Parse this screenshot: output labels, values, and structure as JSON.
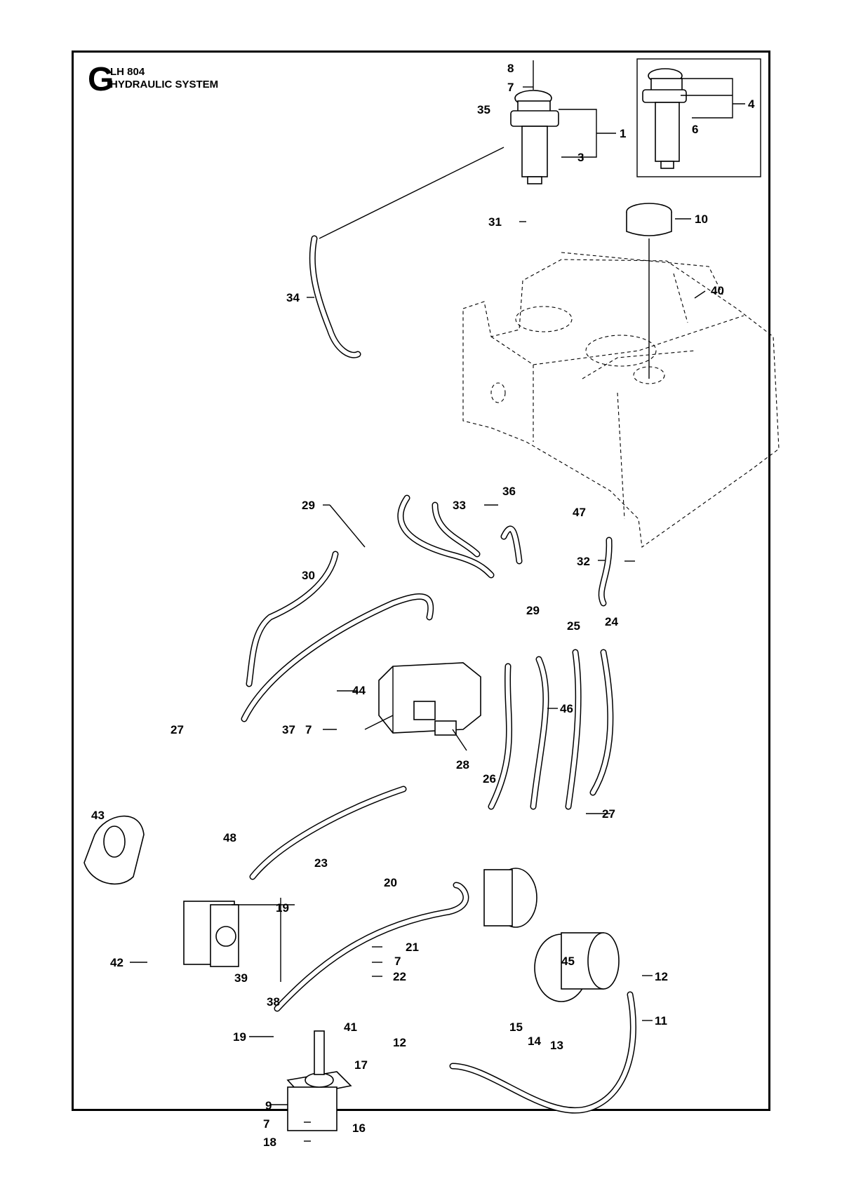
{
  "header": {
    "section_letter": "G",
    "model": "LH 804",
    "title": "HYDRAULIC SYSTEM"
  },
  "callouts": [
    {
      "id": "c8",
      "label": "8"
    },
    {
      "id": "c7a",
      "label": "7"
    },
    {
      "id": "c35",
      "label": "35"
    },
    {
      "id": "c1",
      "label": "1"
    },
    {
      "id": "c3",
      "label": "3"
    },
    {
      "id": "c4",
      "label": "4"
    },
    {
      "id": "c6",
      "label": "6"
    },
    {
      "id": "c31",
      "label": "31"
    },
    {
      "id": "c10",
      "label": "10"
    },
    {
      "id": "c34",
      "label": "34"
    },
    {
      "id": "c40",
      "label": "40"
    },
    {
      "id": "c29a",
      "label": "29"
    },
    {
      "id": "c33",
      "label": "33"
    },
    {
      "id": "c36",
      "label": "36"
    },
    {
      "id": "c47",
      "label": "47"
    },
    {
      "id": "c30",
      "label": "30"
    },
    {
      "id": "c32",
      "label": "32"
    },
    {
      "id": "c29b",
      "label": "29"
    },
    {
      "id": "c25",
      "label": "25"
    },
    {
      "id": "c24",
      "label": "24"
    },
    {
      "id": "c44",
      "label": "44"
    },
    {
      "id": "c46",
      "label": "46"
    },
    {
      "id": "c27a",
      "label": "27"
    },
    {
      "id": "c37",
      "label": "37"
    },
    {
      "id": "c7b",
      "label": "7"
    },
    {
      "id": "c28",
      "label": "28"
    },
    {
      "id": "c26",
      "label": "26"
    },
    {
      "id": "c27b",
      "label": "27"
    },
    {
      "id": "c43",
      "label": "43"
    },
    {
      "id": "c48",
      "label": "48"
    },
    {
      "id": "c23",
      "label": "23"
    },
    {
      "id": "c20",
      "label": "20"
    },
    {
      "id": "c19a",
      "label": "19"
    },
    {
      "id": "c21",
      "label": "21"
    },
    {
      "id": "c7c",
      "label": "7"
    },
    {
      "id": "c42",
      "label": "42"
    },
    {
      "id": "c22",
      "label": "22"
    },
    {
      "id": "c45",
      "label": "45"
    },
    {
      "id": "c39",
      "label": "39"
    },
    {
      "id": "c38",
      "label": "38"
    },
    {
      "id": "c12a",
      "label": "12"
    },
    {
      "id": "c11",
      "label": "11"
    },
    {
      "id": "c41",
      "label": "41"
    },
    {
      "id": "c15",
      "label": "15"
    },
    {
      "id": "c14",
      "label": "14"
    },
    {
      "id": "c13",
      "label": "13"
    },
    {
      "id": "c12b",
      "label": "12"
    },
    {
      "id": "c19b",
      "label": "19"
    },
    {
      "id": "c17",
      "label": "17"
    },
    {
      "id": "c9",
      "label": "9"
    },
    {
      "id": "c7d",
      "label": "7"
    },
    {
      "id": "c16",
      "label": "16"
    },
    {
      "id": "c18",
      "label": "18"
    }
  ]
}
